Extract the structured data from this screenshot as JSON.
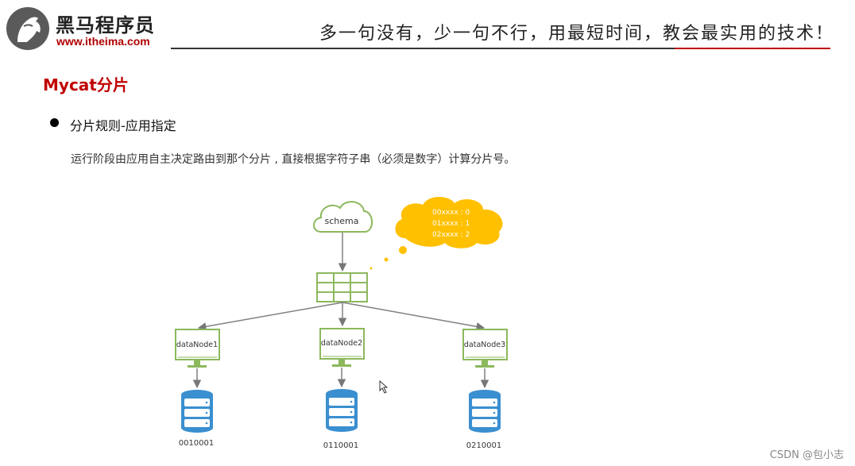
{
  "header": {
    "brand_name": "黑马程序员",
    "brand_url": "www.itheima.com",
    "slogan": "多一句没有，少一句不行，用最短时间，教会最实用的技术！"
  },
  "slide": {
    "title": "Mycat分片",
    "bullet": "分片规则-应用指定",
    "description": "运行阶段由应用自主决定路由到那个分片 , 直接根据字符子串（必须是数字）计算分片号。"
  },
  "diagram": {
    "schema_label": "schema",
    "rules": [
      "00xxxx : 0",
      "01xxxx : 1",
      "02xxxx : 2"
    ],
    "nodes": [
      {
        "name": "dataNode1",
        "db": "0010001"
      },
      {
        "name": "dataNode2",
        "db": "0110001"
      },
      {
        "name": "dataNode3",
        "db": "0210001"
      }
    ],
    "colors": {
      "green": "#8cb85c",
      "blue": "#3a8fd0",
      "yellow": "#ffc000",
      "arrow": "#808080"
    }
  },
  "watermark": "CSDN @包小志"
}
